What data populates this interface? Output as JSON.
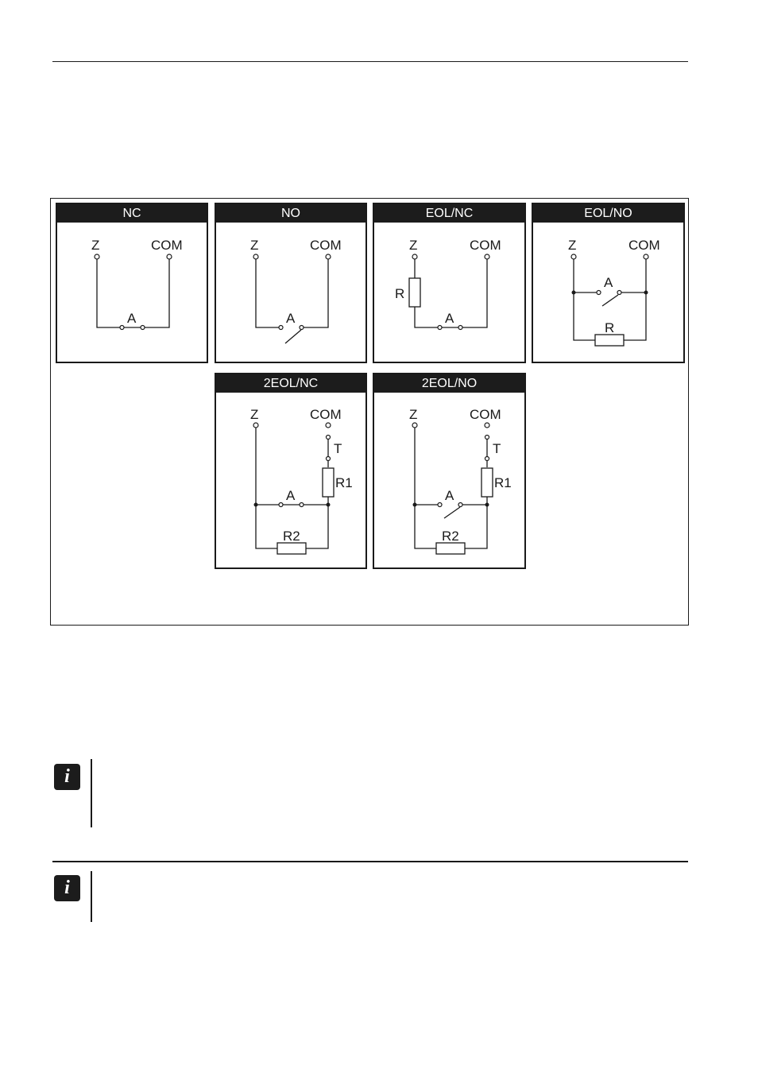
{
  "figure": {
    "panels": [
      {
        "title": "NC",
        "labels": {
          "z": "Z",
          "com": "COM",
          "a": "A"
        }
      },
      {
        "title": "NO",
        "labels": {
          "z": "Z",
          "com": "COM",
          "a": "A"
        }
      },
      {
        "title": "EOL/NC",
        "labels": {
          "z": "Z",
          "com": "COM",
          "a": "A",
          "r": "R"
        }
      },
      {
        "title": "EOL/NO",
        "labels": {
          "z": "Z",
          "com": "COM",
          "a": "A",
          "r": "R"
        }
      },
      {
        "title": "2EOL/NC",
        "labels": {
          "z": "Z",
          "com": "COM",
          "a": "A",
          "t": "T",
          "r1": "R1",
          "r2": "R2"
        }
      },
      {
        "title": "2EOL/NO",
        "labels": {
          "z": "Z",
          "com": "COM",
          "a": "A",
          "t": "T",
          "r1": "R1",
          "r2": "R2"
        }
      }
    ]
  },
  "notes": [
    {
      "icon": "i",
      "icon_name": "info-icon"
    },
    {
      "icon": "i",
      "icon_name": "info-icon"
    }
  ]
}
